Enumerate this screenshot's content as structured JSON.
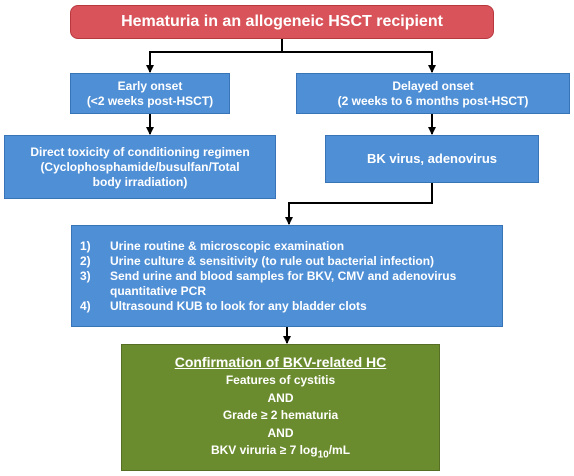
{
  "title": "Hematuria in an allogeneic HSCT recipient",
  "early": {
    "line1": "Early onset",
    "line2": "(<2 weeks post-HSCT)"
  },
  "delayed": {
    "line1": "Delayed onset",
    "line2": "(2 weeks to 6 months post-HSCT)"
  },
  "direct": {
    "line1": "Direct toxicity of conditioning regimen",
    "line2": "(Cyclophosphamide/busulfan/Total",
    "line3": "body irradiation)"
  },
  "bk": "BK virus, adenovirus",
  "tests": [
    {
      "num": "1)",
      "text": "Urine routine & microscopic examination"
    },
    {
      "num": "2)",
      "text": "Urine culture & sensitivity (to rule out bacterial infection)"
    },
    {
      "num": "3)",
      "text": "Send urine and blood samples for BKV, CMV and adenovirus quantitative PCR"
    },
    {
      "num": "4)",
      "text": "Ultrasound KUB to look for any bladder clots"
    }
  ],
  "confirm": {
    "title": "Confirmation of BKV-related HC",
    "line1": "Features of cystitis",
    "and1": "AND",
    "line2": "Grade ≥ 2 hematuria",
    "and2": "AND",
    "viruria_prefix": "BKV viruria ≥ 7 log",
    "viruria_sub": "10",
    "viruria_suffix": "/mL"
  },
  "colors": {
    "title_bg": "#d9545a",
    "box_blue": "#4f8fd6",
    "box_green": "#6b8c2e",
    "connector": "#000000"
  }
}
